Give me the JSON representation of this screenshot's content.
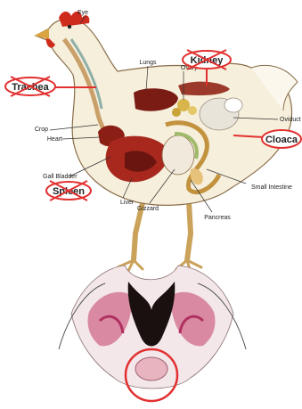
{
  "diagram": {
    "labels": {
      "eye": "Eye",
      "lungs": "Lungs",
      "ovary": "Ovary",
      "crop": "Crop",
      "heart": "Heart",
      "gall_bladder": "Gall Bladder",
      "liver": "Liver",
      "gizzard": "Gizzard",
      "pancreas": "Pancreas",
      "small_intestine": "Small Intestine",
      "oviduct": "Oviduct"
    },
    "annotations": {
      "kidney": "Kidney",
      "trachea": "Trachea",
      "spleen": "Spleen",
      "cloaca": "Cloaca"
    },
    "crossed_out": [
      "Kidney",
      "Trachea",
      "Spleen"
    ],
    "highlighted": [
      "Cloaca"
    ],
    "colors": {
      "annotation_ring": "#e23030",
      "callout_line": "#e23030",
      "body_fill": "#f6efdc",
      "body_outline": "#8a6e4a",
      "organ_dark_red": "#7a1b14",
      "organ_red": "#a8281d",
      "comb": "#cf2b1d",
      "leg": "#caa25a"
    }
  }
}
